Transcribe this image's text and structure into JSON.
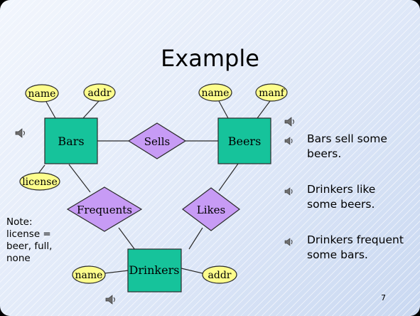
{
  "title": "Example",
  "entities": [
    {
      "id": "bars",
      "label": "Bars"
    },
    {
      "id": "beers",
      "label": "Beers"
    },
    {
      "id": "drinkers",
      "label": "Drinkers"
    }
  ],
  "relationships": [
    {
      "id": "sells",
      "label": "Sells",
      "connects": [
        "bars",
        "beers"
      ]
    },
    {
      "id": "frequents",
      "label": "Frequents",
      "connects": [
        "bars",
        "drinkers"
      ]
    },
    {
      "id": "likes",
      "label": "Likes",
      "connects": [
        "beers",
        "drinkers"
      ]
    }
  ],
  "attributes": [
    {
      "id": "bars-name",
      "label": "name",
      "entity": "bars"
    },
    {
      "id": "bars-addr",
      "label": "addr",
      "entity": "bars"
    },
    {
      "id": "bars-license",
      "label": "license",
      "entity": "bars"
    },
    {
      "id": "beers-name",
      "label": "name",
      "entity": "beers"
    },
    {
      "id": "beers-manf",
      "label": "manf",
      "entity": "beers"
    },
    {
      "id": "drinkers-name",
      "label": "name",
      "entity": "drinkers"
    },
    {
      "id": "drinkers-addr",
      "label": "addr",
      "entity": "drinkers"
    }
  ],
  "note": {
    "lines": [
      "Note:",
      "license =",
      "beer, full,",
      "none"
    ]
  },
  "bullets": [
    {
      "lines": [
        "Bars sell some",
        "beers."
      ]
    },
    {
      "lines": [
        "Drinkers like",
        "some beers."
      ]
    },
    {
      "lines": [
        "Drinkers frequent",
        "some bars."
      ]
    }
  ],
  "page_number": "7",
  "icons": [
    "speaker-icon"
  ],
  "colors": {
    "entity_fill": "#16c39b",
    "relationship_fill": "#c79bf5",
    "attribute_fill": "#fdfd8c",
    "line": "#2a2a2a"
  }
}
